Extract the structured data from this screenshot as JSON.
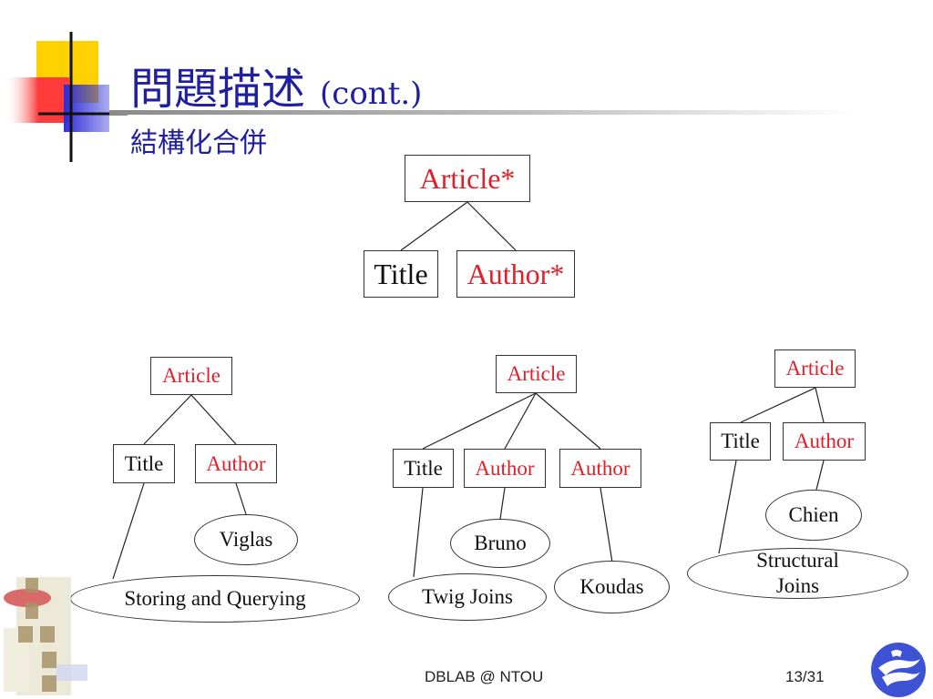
{
  "slide": {
    "title": "問題描述",
    "title_suffix": "(cont.)",
    "subtitle": "結構化合併",
    "footer_center": "DBLAB @ NTOU",
    "page_number": "13/31"
  },
  "diagram": {
    "schema": {
      "root": "Article*",
      "title": "Title",
      "author": "Author*"
    },
    "tree1": {
      "root": "Article",
      "title": "Title",
      "author": "Author",
      "author_value": "Viglas",
      "title_value": "Storing and Querying"
    },
    "tree2": {
      "root": "Article",
      "title": "Title",
      "author1": "Author",
      "author2": "Author",
      "author1_value": "Bruno",
      "author2_value": "Koudas",
      "title_value": "Twig Joins"
    },
    "tree3": {
      "root": "Article",
      "title": "Title",
      "author": "Author",
      "author_value": "Chien",
      "title_value_line1": "Structural",
      "title_value_line2": "Joins"
    }
  },
  "colors": {
    "title_blue": "#1f1fa0",
    "schema_red": "#e0202a",
    "deco_yellow": "#ffd100",
    "deco_red": "#ff3b3b",
    "deco_blue": "#2f2fd8"
  },
  "logos": {
    "left": "xml-sql-lab-logo",
    "right": "university-emblem-logo"
  }
}
